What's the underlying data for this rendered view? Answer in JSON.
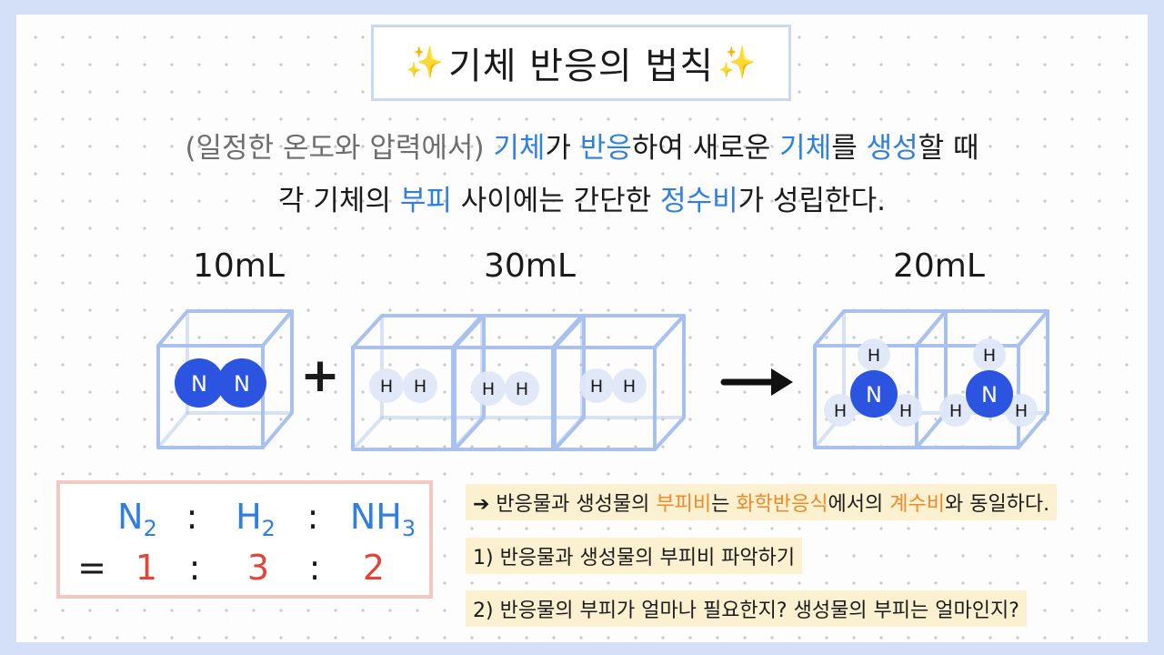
{
  "title": {
    "text": "기체 반응의 법칙",
    "sparkle_left": "✨",
    "sparkle_right": "✨"
  },
  "description": {
    "line1": [
      {
        "text": "(일정한 온도와 압력에서) ",
        "style": "gray"
      },
      {
        "text": "기체",
        "style": "blue"
      },
      {
        "text": "가 ",
        "style": "normal"
      },
      {
        "text": "반응",
        "style": "blue"
      },
      {
        "text": "하여 새로운 ",
        "style": "normal"
      },
      {
        "text": "기체",
        "style": "blue"
      },
      {
        "text": "를 ",
        "style": "normal"
      },
      {
        "text": "생성",
        "style": "blue"
      },
      {
        "text": "할 때",
        "style": "normal"
      }
    ],
    "line2": [
      {
        "text": "각 기체의 ",
        "style": "normal"
      },
      {
        "text": "부피",
        "style": "blue"
      },
      {
        "text": " 사이에는 간단한 ",
        "style": "normal"
      },
      {
        "text": "정수비",
        "style": "blue"
      },
      {
        "text": "가 성립한다.",
        "style": "normal"
      }
    ]
  },
  "volumes": {
    "n2": "10mL",
    "h2": "30mL",
    "nh3": "20mL"
  },
  "operators": {
    "plus": "+",
    "arrow": "→"
  },
  "molecules": {
    "nitrogen_atom": "N",
    "hydrogen_atom": "H"
  },
  "ratio": {
    "row1": [
      {
        "main": "N",
        "sub": "2"
      },
      {
        "main": ":",
        "sub": ""
      },
      {
        "main": "H",
        "sub": "2"
      },
      {
        "main": ":",
        "sub": ""
      },
      {
        "main": "NH",
        "sub": "3"
      }
    ],
    "equals": "=",
    "values": [
      "1",
      "3",
      "2"
    ],
    "separator": ":"
  },
  "notes": {
    "note1": [
      {
        "text": "➔ 반응물과 생성물의 ",
        "style": "normal"
      },
      {
        "text": "부피비",
        "style": "orange"
      },
      {
        "text": "는 ",
        "style": "normal"
      },
      {
        "text": "화학반응식",
        "style": "orange"
      },
      {
        "text": "에서의 ",
        "style": "normal"
      },
      {
        "text": "계수비",
        "style": "orange"
      },
      {
        "text": "와 동일하다.",
        "style": "normal"
      }
    ],
    "note2": "1) 반응물과 생성물의 부피비 파악하기",
    "note3": "2) 반응물의 부피가 얼마나 필요한지? 생성물의 부피는 얼마인지?"
  },
  "colors": {
    "background": "#d3e0f7",
    "cube_stroke": "#a8c1ee",
    "nitrogen_fill": "#2b55e0",
    "hydrogen_fill": "#dfe7f8",
    "blue_text": "#2f7fe0",
    "red_text": "#e0453a",
    "orange_text": "#ee8a28",
    "note_highlight": "#fbf0cf",
    "ratio_border": "#f2c9c2"
  }
}
